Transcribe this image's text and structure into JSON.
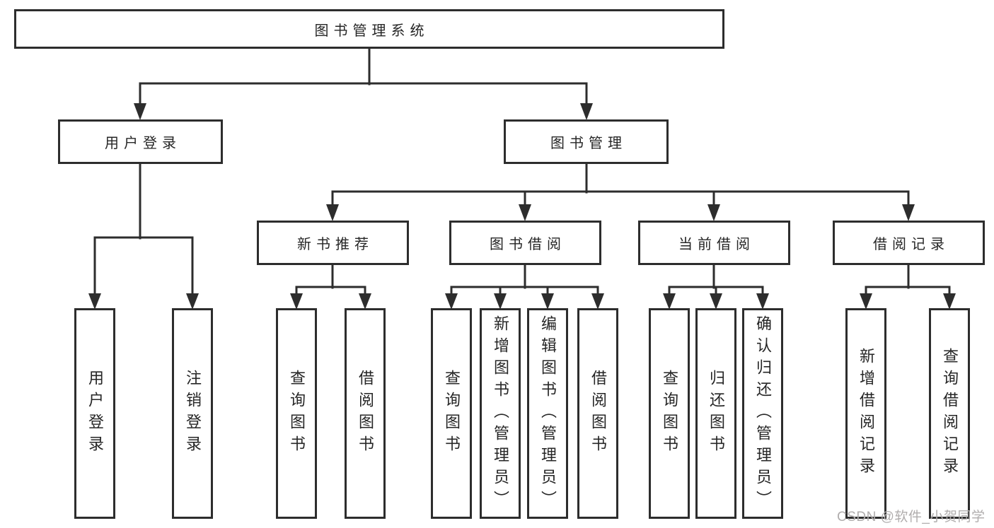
{
  "diagram": {
    "root": {
      "label": "图书管理系统"
    },
    "level2": [
      {
        "id": "user-login",
        "label": "用户登录"
      },
      {
        "id": "book-management",
        "label": "图书管理"
      }
    ],
    "level3": [
      {
        "id": "new-book-recommend",
        "label": "新书推荐"
      },
      {
        "id": "book-borrowing",
        "label": "图书借阅"
      },
      {
        "id": "current-borrowing",
        "label": "当前借阅"
      },
      {
        "id": "borrowing-records",
        "label": "借阅记录"
      }
    ],
    "leaves": [
      {
        "id": "user-login",
        "parent": "user-login",
        "label": "用户登录"
      },
      {
        "id": "logout",
        "parent": "user-login",
        "label": "注销登录"
      },
      {
        "id": "query-books-1",
        "parent": "new-book-recommend",
        "label": "查询图书"
      },
      {
        "id": "borrow-books-1",
        "parent": "new-book-recommend",
        "label": "借阅图书"
      },
      {
        "id": "query-books-2",
        "parent": "book-borrowing",
        "label": "查询图书"
      },
      {
        "id": "add-book-admin",
        "parent": "book-borrowing",
        "label": "新增图书（管理员）"
      },
      {
        "id": "edit-book-admin",
        "parent": "book-borrowing",
        "label": "编辑图书（管理员）"
      },
      {
        "id": "borrow-books-2",
        "parent": "book-borrowing",
        "label": "借阅图书"
      },
      {
        "id": "query-books-3",
        "parent": "current-borrowing",
        "label": "查询图书"
      },
      {
        "id": "return-book",
        "parent": "current-borrowing",
        "label": "归还图书"
      },
      {
        "id": "confirm-return-admin",
        "parent": "current-borrowing",
        "label": "确认归还（管理员）"
      },
      {
        "id": "add-borrow-record",
        "parent": "borrowing-records",
        "label": "新增借阅记录"
      },
      {
        "id": "query-borrow-record",
        "parent": "borrowing-records",
        "label": "查询借阅记录"
      }
    ]
  },
  "watermark": {
    "text": "CSDN @软件_小贺同学"
  },
  "colors": {
    "line": "#2d2d2d",
    "text": "#262626",
    "watermark": "#b0adad",
    "bg": "#ffffff"
  }
}
